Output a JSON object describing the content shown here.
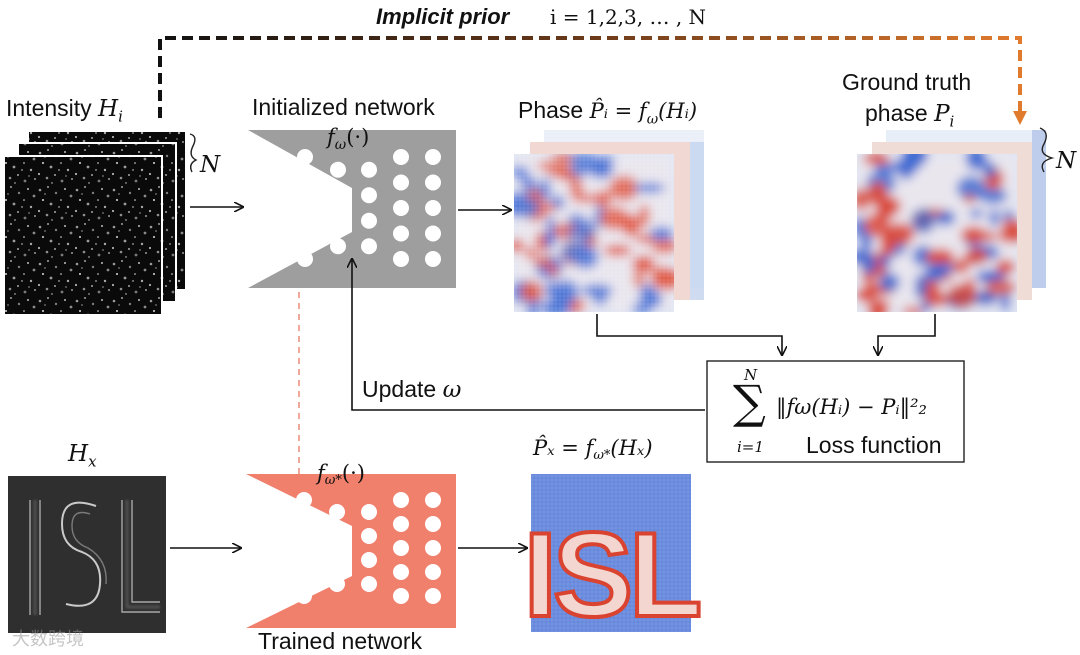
{
  "prior": {
    "label": "Implicit prior",
    "index_text": "i = 1,2,3, … , N",
    "color_start": "#111111",
    "color_end": "#e07b2e"
  },
  "inputs": {
    "intensity_label": "Intensity",
    "intensity_symbol": "H",
    "intensity_sub": "i",
    "stack_count": "N"
  },
  "network": {
    "initialized_title": "Initialized network",
    "initialized_func": "f",
    "initialized_sub": "ω",
    "initialized_arg": "(·)",
    "initialized_color": "#9e9e9e",
    "trained_title": "Trained network",
    "trained_func": "f",
    "trained_sub": "ω*",
    "trained_arg": "(·)",
    "trained_color": "#f07f6c"
  },
  "phase": {
    "predicted_text": "Phase",
    "predicted_eq": "P̂ᵢ = f",
    "predicted_eq_sub": "ω",
    "predicted_eq_arg": "(Hᵢ)",
    "gt_line1": "Ground truth",
    "gt_line2": "phase",
    "gt_symbol": "P",
    "gt_sub": "i",
    "gt_count": "N"
  },
  "loss": {
    "sum_top": "N",
    "sum_bottom": "i=1",
    "expression": "‖fω(Hᵢ) − Pᵢ‖²₂",
    "label": "Loss function"
  },
  "update": {
    "label": "Update",
    "symbol": "ω"
  },
  "test": {
    "input_symbol": "H",
    "input_sub": "x",
    "output_eq": "P̂ₓ = f",
    "output_eq_sub": "ω*",
    "output_eq_arg": "(Hₓ)",
    "output_text": "ISL"
  },
  "watermark": "大数跨境"
}
